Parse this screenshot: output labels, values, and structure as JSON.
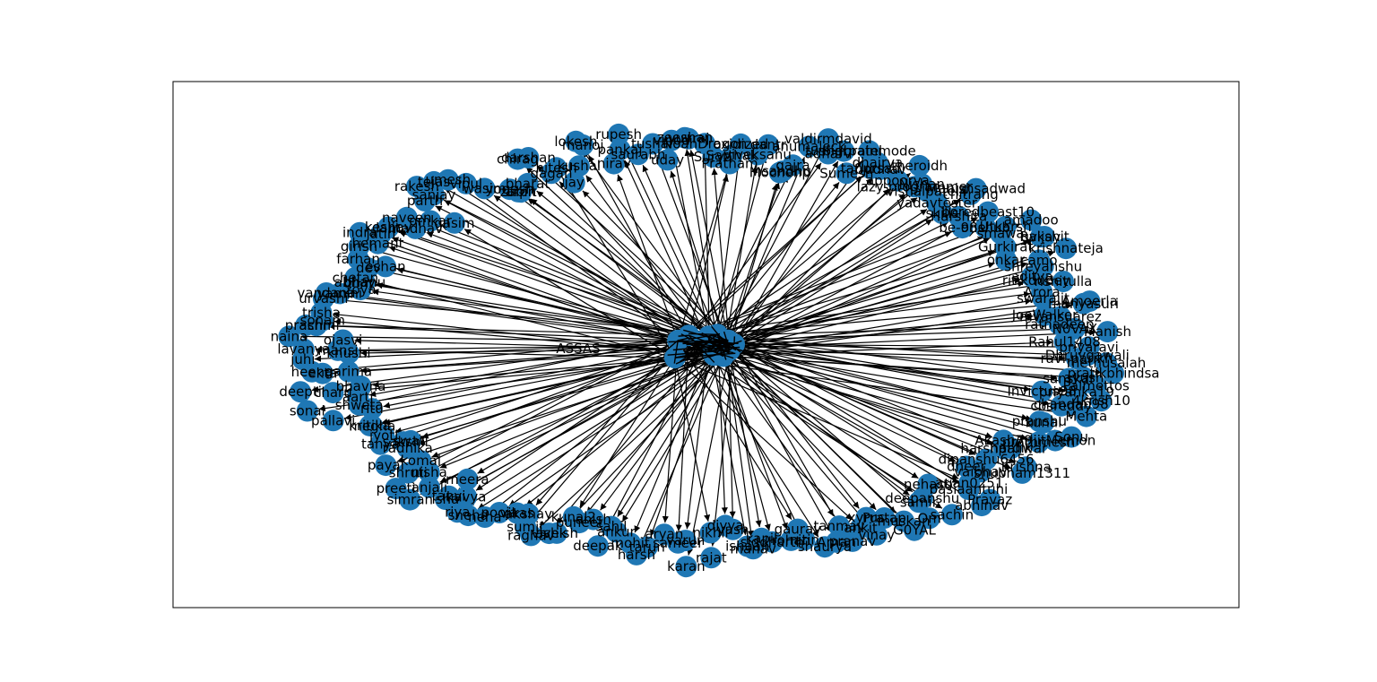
{
  "figure": {
    "background": "#ffffff",
    "frame_color": "#000000",
    "node_color": "#1f77b4",
    "edge_color": "#000000",
    "label_color": "#000000"
  },
  "graph": {
    "layout": "spring",
    "directed": true,
    "center_labels": [
      "ASSAS"
    ],
    "nodes": [
      "NoahDragon",
      "Surya",
      "Pratham",
      "Sarthak",
      "oxidized",
      "viveksahu",
      "dantr",
      "Mochenp",
      "hsandhu",
      "gajra",
      "anumaleck",
      "valdirmdavid",
      "adharv",
      "tusharpatel",
      "Sumesh",
      "bigbrainmode",
      "tanprsad",
      "dhairya",
      "Uddhav",
      "appoorva",
      "theroidh",
      "lazy-programmer",
      "Nishan",
      "vishalpatel4",
      "yadavtester",
      "Manishsadwad",
      "chitrang",
      "skills",
      "Harshita",
      "boredbeast10",
      "be-one",
      "98shub",
      "Utkarsh",
      "smawa",
      "amadoo",
      "Gurkirat",
      "gvijay",
      "Rakshit",
      "onkar",
      "krishnateja",
      "camo",
      "shreyanshu",
      "ritikdubey",
      "aditya",
      "rishitulla",
      "Arora",
      "swarajit",
      "manyasuri",
      "Amoerla",
      "mvansuarez",
      "JoeWalker",
      "ratnadeep",
      "N0VAX",
      "Manish",
      "Rahul1408",
      "priyaravi",
      "Dhruvgawali",
      "ravi-parikh",
      "methusalah",
      "pratikbhindsa",
      "sanskar",
      "ayush",
      "Palmettos",
      "priyanka19",
      "Invictus98",
      "4krish10",
      "chandan98",
      "cbsreddy",
      "Mehta",
      "kunal",
      "pranshu",
      "Sonu",
      "ArijitMemon",
      "prathmesh",
      "Akash79",
      "hardik",
      "harshpaliwar",
      "Krishna",
      "shubham1311",
      "dipanshu6456",
      "vaibhav",
      "dheer",
      "arjan0251",
      "basiaantuhi",
      "Pravaz",
      "abhinav",
      "nehasb",
      "sachin",
      "deepanshu",
      "samir",
      "Om",
      "muskan",
      "G0YAL",
      "Pratap",
      "xyrus",
      "vinay",
      "ankit",
      "tanmay",
      "pranav",
      "Aman",
      "shaurya",
      "gaurav",
      "nitin",
      "rohan",
      "siddharth",
      "kapil",
      "manav",
      "ishaan",
      "yash",
      "divya",
      "nikhil",
      "rajat",
      "varun",
      "karan",
      "sameer",
      "aryan",
      "tarun",
      "harsh",
      "mohit",
      "ankur",
      "sahil",
      "deepak",
      "anish",
      "puneet",
      "kunal2",
      "ashish",
      "vivek",
      "raghav",
      "sumit",
      "akshay",
      "vikas",
      "pooja",
      "neha",
      "sneha",
      "riya",
      "kavya",
      "isha",
      "tanvi",
      "meera",
      "anjali",
      "simran",
      "nisha",
      "preeti",
      "shruti",
      "komal",
      "payal",
      "radhika",
      "sakshi",
      "swati",
      "tanya",
      "jyoti",
      "megha",
      "kritika",
      "pallavi",
      "ritu",
      "sonal",
      "shweta",
      "aarti",
      "bhavna",
      "charu",
      "deepti",
      "ekta",
      "garima",
      "heena",
      "juhi",
      "khushi",
      "lavanya",
      "mansi",
      "naina",
      "ojasvi",
      "prachi",
      "rashmi",
      "sonam",
      "trisha",
      "urvashi",
      "vandana",
      "yamini",
      "zoya",
      "abhay",
      "bhanu",
      "chetan",
      "dev",
      "eshan",
      "farhan",
      "girish",
      "hemant",
      "indra",
      "jatin",
      "keshav",
      "lalit",
      "madhav",
      "naveen",
      "omkar",
      "parth",
      "qasim",
      "rakesh",
      "sanjay",
      "tejas",
      "umesh",
      "vipul",
      "wasim",
      "yogesh",
      "zubin",
      "arpit",
      "bharat",
      "chirag",
      "darshan",
      "gagan",
      "hitesh",
      "jay",
      "kushal",
      "lokesh",
      "manoj",
      "nirav",
      "pankaj",
      "rupesh",
      "saurabh",
      "tushar",
      "uday",
      "vinod",
      "yuvraj",
      "zeeshan"
    ]
  }
}
